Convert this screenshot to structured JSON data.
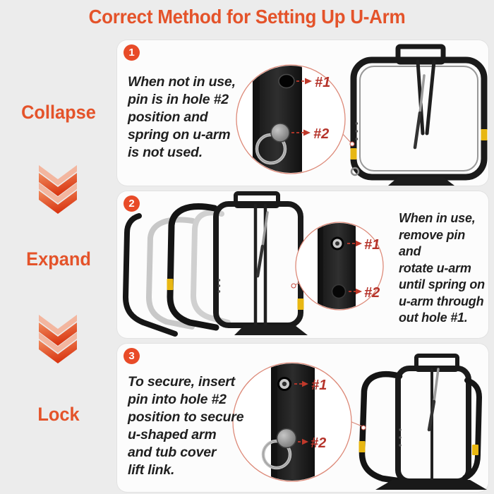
{
  "title": "Correct Method for Setting Up U-Arm",
  "sidebar": {
    "steps": [
      {
        "label": "Collapse",
        "icon_after": "double-chevron-down-icon"
      },
      {
        "label": "Expand",
        "icon_after": "double-chevron-down-icon"
      },
      {
        "label": "Lock",
        "icon_after": ""
      }
    ]
  },
  "panels": [
    {
      "number": "1",
      "text_lines": [
        "When not in use,",
        "pin is in hole #2",
        "position and",
        "spring on u-arm",
        "is not used."
      ],
      "callout": {
        "labels": [
          "#1",
          "#2"
        ],
        "photo": "collapsed-frame"
      }
    },
    {
      "number": "2",
      "text_lines": [
        "When in use,",
        "remove pin and",
        "rotate u-arm",
        "until spring on",
        "u-arm through",
        "out hole #1."
      ],
      "callout": {
        "labels": [
          "#1",
          "#2"
        ],
        "photo": "expanding-frame-with-ghost-arms"
      }
    },
    {
      "number": "3",
      "text_lines": [
        "To secure, insert",
        "pin into hole #2",
        "position to secure",
        "u-shaped arm",
        "and tub cover",
        "lift link."
      ],
      "callout": {
        "labels": [
          "#1",
          "#2"
        ],
        "photo": "expanded-frame"
      }
    }
  ],
  "colors": {
    "accent_orange": "#e4532a",
    "badge_orange": "#e84b28",
    "hole_label_red": "#b5332a",
    "band_yellow": "#e8b712",
    "frame_black": "#1a1a1a",
    "ghost_gray": "#c8c8c8",
    "panel_bg": "#fcfcfc",
    "page_bg": "#ececec"
  }
}
